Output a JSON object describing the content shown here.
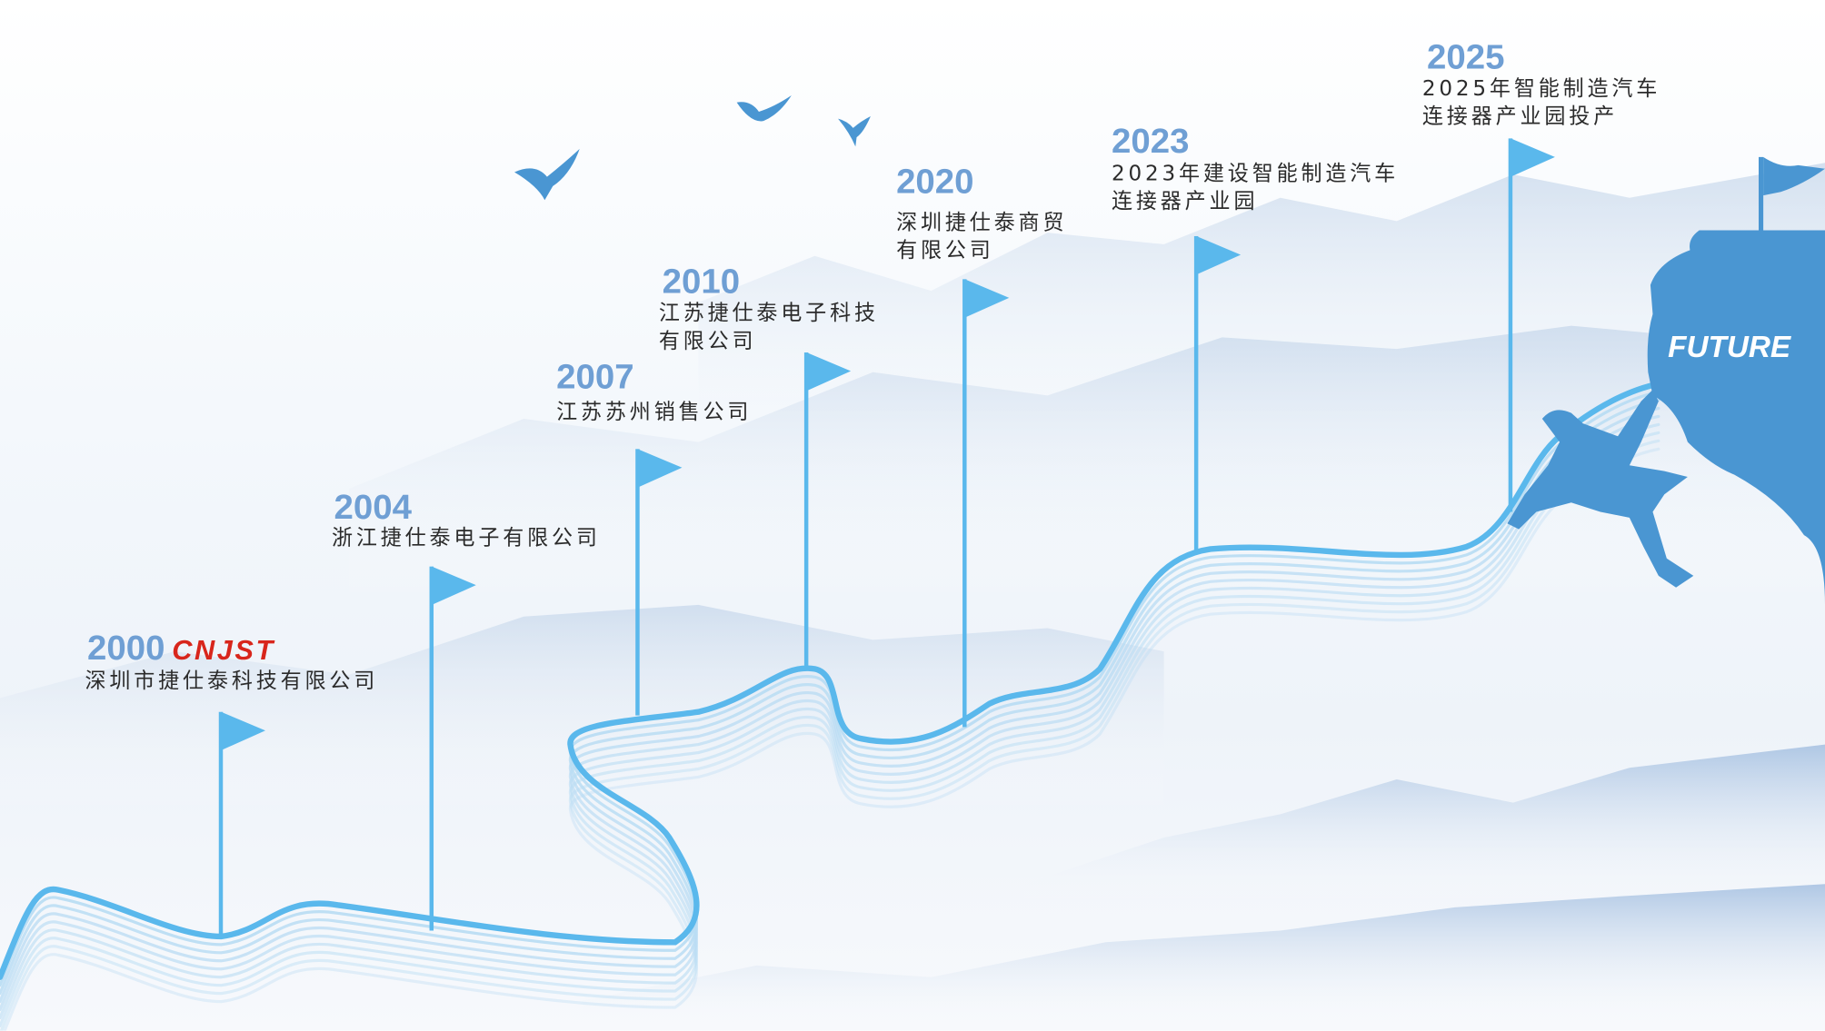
{
  "milestones": [
    {
      "year": "2000",
      "brand": "CNJST",
      "lines": [
        "深圳市捷仕泰科技有限公司"
      ]
    },
    {
      "year": "2004",
      "lines": [
        "浙江捷仕泰电子有限公司"
      ]
    },
    {
      "year": "2007",
      "lines": [
        "江苏苏州销售公司"
      ]
    },
    {
      "year": "2010",
      "lines": [
        "江苏捷仕泰电子科技",
        "有限公司"
      ]
    },
    {
      "year": "2020",
      "lines": [
        "深圳捷仕泰商贸",
        "有限公司"
      ]
    },
    {
      "year": "2023",
      "lines": [
        "2023年建设智能制造汽车",
        "连接器产业园"
      ]
    },
    {
      "year": "2025",
      "lines": [
        "2025年智能制造汽车",
        "连接器产业园投产"
      ]
    }
  ],
  "future_label": "FUTURE",
  "colors": {
    "year": "#6f9fd4",
    "flag": "#5ab8ec",
    "cliff": "#4a96d2",
    "brand": "#d8261c"
  }
}
